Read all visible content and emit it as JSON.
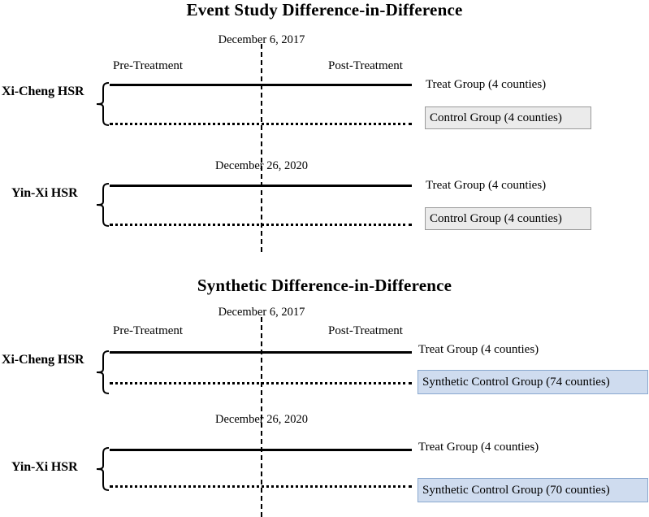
{
  "figure": {
    "panels": [
      {
        "id": "event-study",
        "title": "Event Study Difference-in-Difference",
        "blocks": [
          {
            "id": "xi-cheng-es",
            "group_label": "Xi-Cheng HSR",
            "date_label": "December 6, 2017",
            "pre_label": "Pre-Treatment",
            "post_label": "Post-Treatment",
            "treat_tag": "Treat Group (4 counties)",
            "control_tag": "Control Group (4 counties)",
            "control_style": "gray"
          },
          {
            "id": "yin-xi-es",
            "group_label": "Yin-Xi HSR",
            "date_label": "December 26, 2020",
            "pre_label": "",
            "post_label": "",
            "treat_tag": "Treat Group (4 counties)",
            "control_tag": "Control Group (4 counties)",
            "control_style": "gray"
          }
        ]
      },
      {
        "id": "synthetic-did",
        "title": "Synthetic Difference-in-Difference",
        "blocks": [
          {
            "id": "xi-cheng-sdid",
            "group_label": "Xi-Cheng HSR",
            "date_label": "December 6, 2017",
            "pre_label": "Pre-Treatment",
            "post_label": "Post-Treatment",
            "treat_tag": "Treat Group (4 counties)",
            "control_tag": "Synthetic Control Group (74 counties)",
            "control_style": "blue"
          },
          {
            "id": "yin-xi-sdid",
            "group_label": "Yin-Xi HSR",
            "date_label": "December 26, 2020",
            "pre_label": "",
            "post_label": "",
            "treat_tag": "Treat Group (4 counties)",
            "control_tag": "Synthetic Control Group (70 counties)",
            "control_style": "blue"
          }
        ]
      }
    ],
    "colors": {
      "line": "#000000",
      "gray_fill": "#ebebeb",
      "gray_border": "#9a9a9a",
      "blue_fill": "#cfdcef",
      "blue_border": "#8aa8cf",
      "background": "#ffffff"
    }
  }
}
